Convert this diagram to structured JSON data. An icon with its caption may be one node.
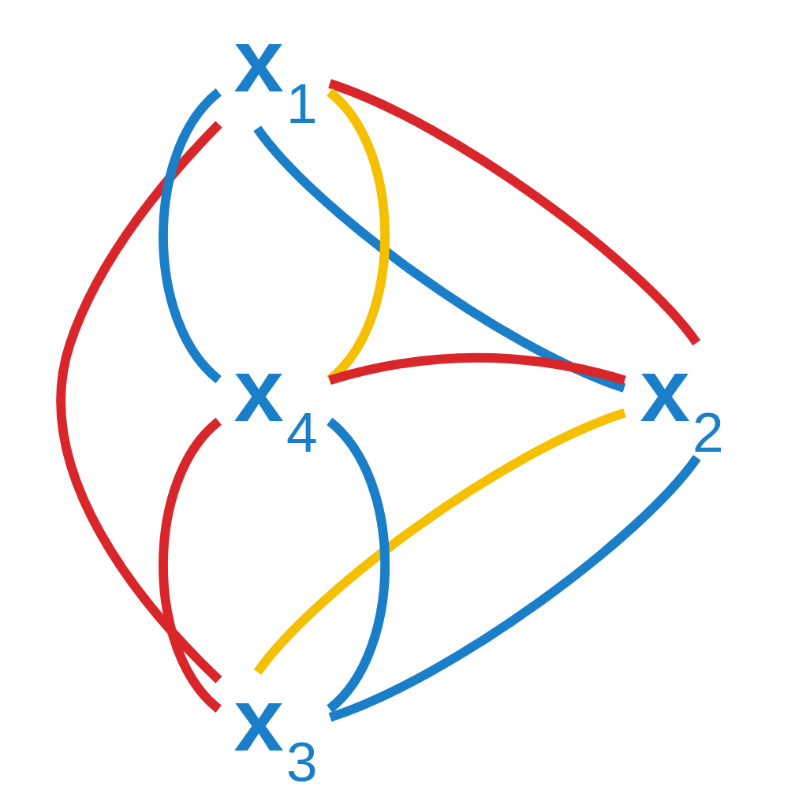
{
  "diagram": {
    "nodes": [
      {
        "text": [
          "**x**$_{1}$"
        ]
      },
      {
        "text": [
          "**x**$_{2}$"
        ]
      },
      {
        "text": [
          "**x**$_{3}$"
        ]
      },
      {
        "text": [
          "**x**$_{4}$"
        ]
      }
    ],
    "edges": [
      {
        "from": 0,
        "to": 1,
        "arrow": "none",
        "color": "#1a7fc8"
      },
      {
        "from": 0,
        "to": 1,
        "arrow": "none",
        "color": "#d8262a"
      },
      {
        "from": 1,
        "to": 2,
        "arrow": "none",
        "color": "#f5c000"
      },
      {
        "from": 1,
        "to": 2,
        "arrow": "none",
        "color": "#1a7fc8"
      },
      {
        "from": 2,
        "to": 3,
        "arrow": "none",
        "color": "#d8262a"
      },
      {
        "from": 2,
        "to": 3,
        "arrow": "none",
        "color": "#1a7fc8"
      },
      {
        "from": 3,
        "to": 0,
        "arrow": "none",
        "color": "#1a7fc8"
      },
      {
        "from": 3,
        "to": 0,
        "arrow": "none",
        "color": "#f5c000"
      },
      {
        "from": 0,
        "to": 2,
        "arrow": "none",
        "color": "#d8262a"
      },
      {
        "from": 3,
        "to": 1,
        "arrow": "none",
        "color": "#d8262a"
      }
    ]
  }
}
